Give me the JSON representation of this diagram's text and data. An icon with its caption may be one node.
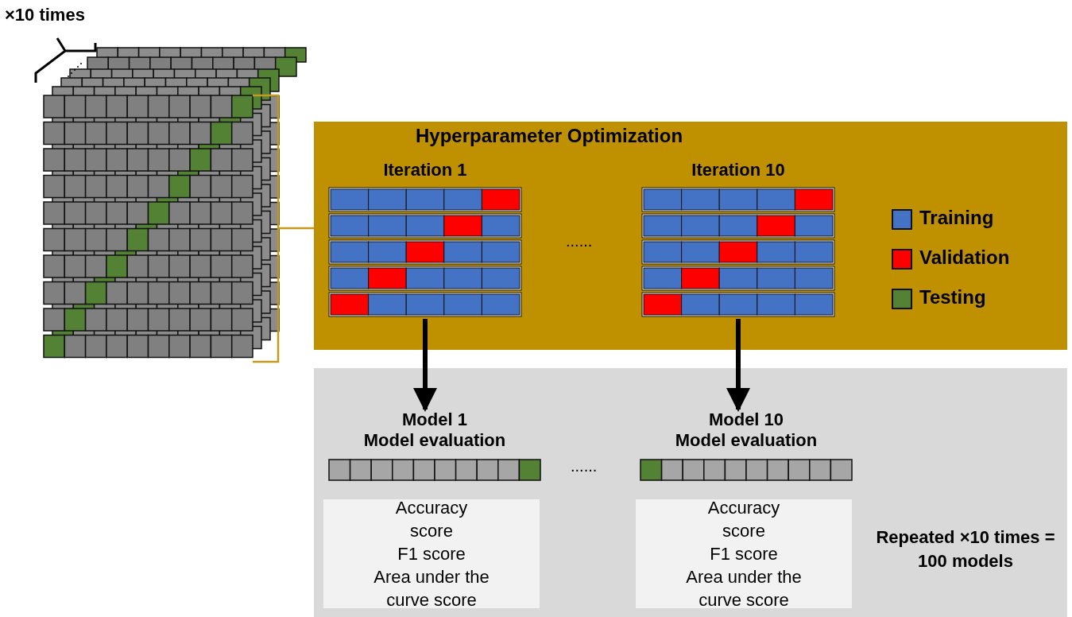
{
  "diagram": {
    "nodes": [
      {
        "text": [
          "Hyperparameter Optimization"
        ]
      },
      {
        "text": [
          "Iteration 1"
        ],
        "in": 0
      },
      {
        "text": [
          "Iteration 10"
        ],
        "in": 0
      },
      {
        "text": [
          "Repeated ×10 times = 100 models"
        ]
      },
      {
        "text": [
          "Model 1",
          "Model evaluation"
        ],
        "in": 3
      },
      {
        "text": [
          "Accuracy score",
          "F1 score",
          "Area under the curve score"
        ],
        "in": 3
      },
      {
        "text": [
          "Model 10",
          "Model evaluation"
        ],
        "in": 3
      },
      {
        "text": [
          "Accuracy score",
          "F1 score",
          "Area under the curve score"
        ],
        "in": 3
      }
    ],
    "edges": [
      {
        "from": 1,
        "to": 4,
        "arrow": "to"
      },
      {
        "from": 2,
        "to": 6,
        "arrow": "to"
      }
    ],
    "labels": [
      "×10 times",
      "......",
      "......"
    ],
    "legend": [
      {
        "text": "Training",
        "color": "#4472c4"
      },
      {
        "text": "Validation",
        "color": "#ff0000"
      },
      {
        "text": "Testing",
        "color": "#548235"
      }
    ]
  }
}
